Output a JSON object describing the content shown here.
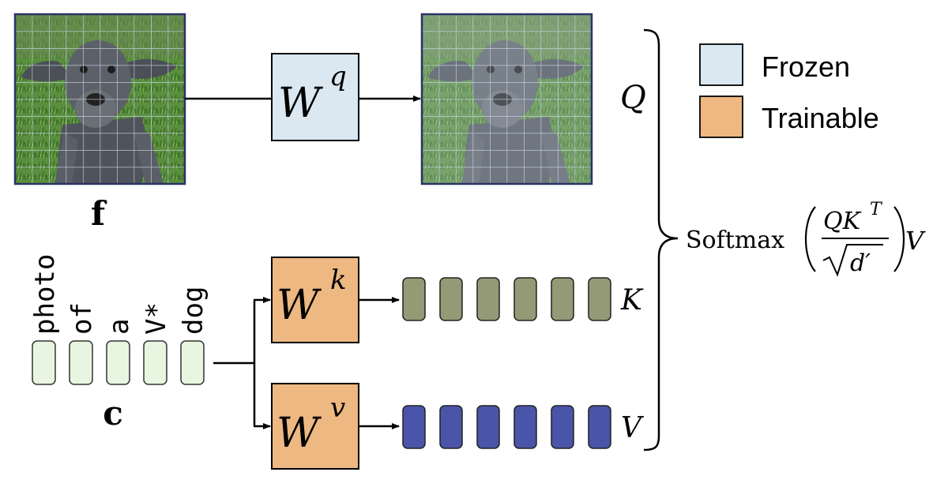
{
  "image_feature": {
    "label": "f"
  },
  "query_block": {
    "symbol": "W",
    "superscript": "q"
  },
  "key_block": {
    "symbol": "W",
    "superscript": "k"
  },
  "value_block": {
    "symbol": "W",
    "superscript": "v"
  },
  "tokens": {
    "label": "c",
    "words": [
      "photo",
      "of",
      "a",
      "V*",
      "dog"
    ]
  },
  "outputs": {
    "q_label": "Q",
    "k_label": "K",
    "v_label": "V"
  },
  "formula": {
    "func": "Softmax",
    "numerator": "QK",
    "numerator_sup": "T",
    "denominator": "d′",
    "trailing": "V"
  },
  "legend": {
    "items": [
      {
        "label": "Frozen",
        "color": "#dbe8f1"
      },
      {
        "label": "Trainable",
        "color": "#edb882"
      }
    ]
  },
  "colors": {
    "frozen": "#dbe8f1",
    "trainable": "#edb882",
    "token": "#e8f5e0",
    "key_token": "#939a75",
    "value_token": "#4a54a8",
    "image_border": "#2b3366"
  }
}
